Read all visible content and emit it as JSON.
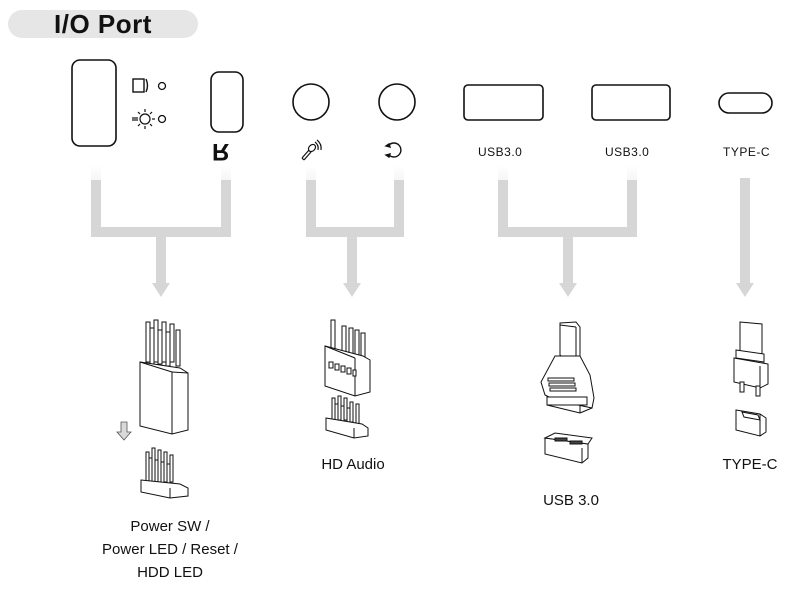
{
  "header": {
    "title": "I/O Port"
  },
  "ports": {
    "power_button": {
      "icon": "power-button"
    },
    "hdd_led": {
      "icon": "hdd-led-icon"
    },
    "power_led": {
      "icon": "power-led-icon"
    },
    "reset_button": {
      "icon": "reset-button",
      "label": "R"
    },
    "mic_jack": {
      "icon": "microphone-icon"
    },
    "headphone_jack": {
      "icon": "headphone-icon"
    },
    "usb_ports": [
      {
        "label": "USB3.0"
      },
      {
        "label": "USB3.0"
      }
    ],
    "type_c": {
      "label": "TYPE-C"
    }
  },
  "connectors": [
    {
      "id": "front-panel",
      "caption_lines": [
        "Power SW /",
        "Power LED / Reset /",
        "HDD LED"
      ]
    },
    {
      "id": "hd-audio",
      "caption_lines": [
        "HD Audio"
      ]
    },
    {
      "id": "usb3",
      "caption_lines": [
        "USB 3.0"
      ]
    },
    {
      "id": "type-c",
      "caption_lines": [
        "TYPE-C"
      ]
    }
  ],
  "colors": {
    "arrow": "#d6d6d6",
    "stroke": "#111111",
    "pill": "#e6e6e6"
  }
}
